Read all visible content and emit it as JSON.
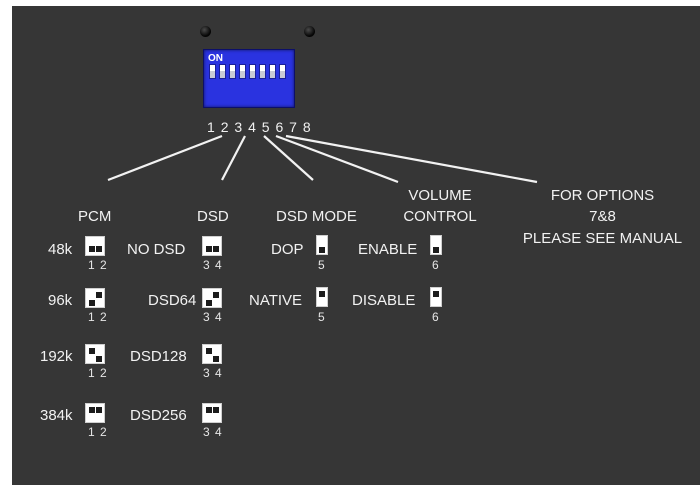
{
  "dip_switch": {
    "on_label": "ON",
    "positions": [
      "1",
      "2",
      "3",
      "4",
      "5",
      "6",
      "7",
      "8"
    ],
    "body_color": "#2a33e0"
  },
  "sections": {
    "pcm": {
      "title": "PCM",
      "rows": [
        {
          "label": "48k",
          "pins": "1 2",
          "state": "both-up"
        },
        {
          "label": "96k",
          "pins": "1 2",
          "state": "left-down"
        },
        {
          "label": "192k",
          "pins": "1 2",
          "state": "right-down"
        },
        {
          "label": "384k",
          "pins": "1 2",
          "state": "both-down"
        }
      ]
    },
    "dsd": {
      "title": "DSD",
      "rows": [
        {
          "label": "NO DSD",
          "pins": "3 4",
          "state": "both-up"
        },
        {
          "label": "DSD64",
          "pins": "3 4",
          "state": "left-down"
        },
        {
          "label": "DSD128",
          "pins": "3 4",
          "state": "right-down"
        },
        {
          "label": "DSD256",
          "pins": "3 4",
          "state": "both-down"
        }
      ]
    },
    "dsd_mode": {
      "title": "DSD MODE",
      "rows": [
        {
          "label": "DOP",
          "pins": "5",
          "state": "up"
        },
        {
          "label": "NATIVE",
          "pins": "5",
          "state": "down"
        }
      ]
    },
    "volume": {
      "title_line1": "VOLUME",
      "title_line2": "CONTROL",
      "rows": [
        {
          "label": "ENABLE",
          "pins": "6",
          "state": "up"
        },
        {
          "label": "DISABLE",
          "pins": "6",
          "state": "down"
        }
      ]
    },
    "options": {
      "line1": "FOR OPTIONS",
      "line2": "7&8",
      "line3": "PLEASE SEE MANUAL"
    }
  },
  "colors": {
    "panel": "#363636",
    "text": "#f2f2f2",
    "jumper": "#ffffff",
    "pin": "#1c1c1c"
  }
}
